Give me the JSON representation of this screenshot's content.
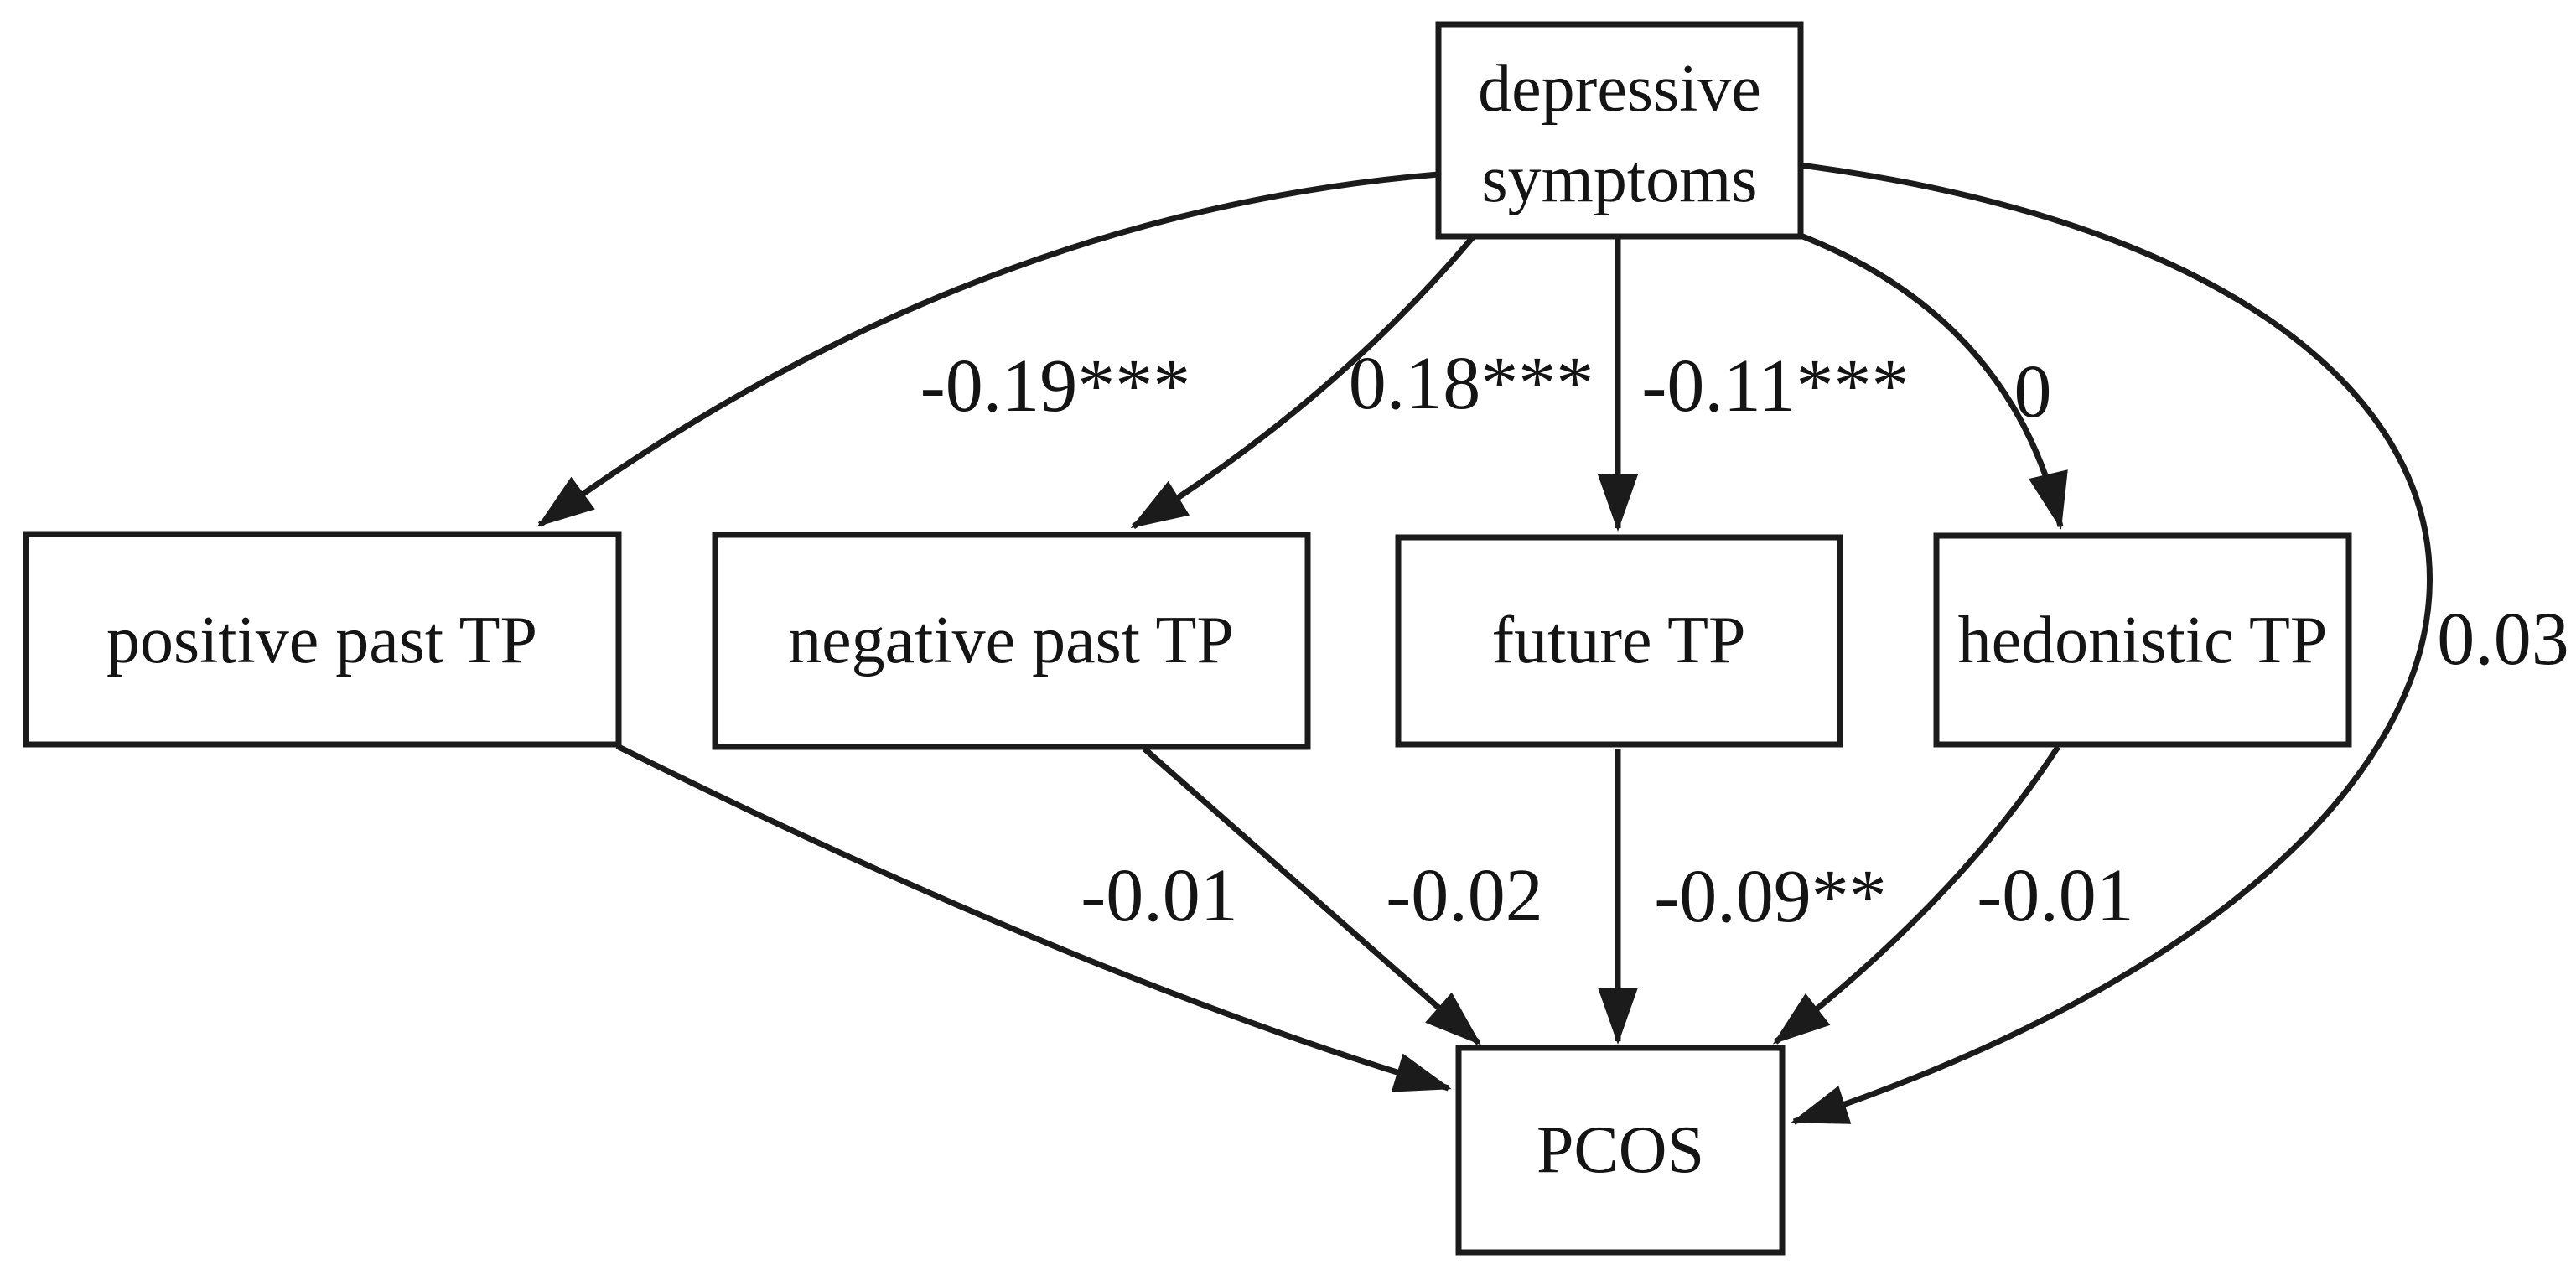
{
  "figure": {
    "background": "#ffffff",
    "ink": "#1b1b1b",
    "type": "path-diagram"
  },
  "nodes": {
    "depressive": {
      "line1": "depressive",
      "line2": "symptoms"
    },
    "positive_past": "positive past TP",
    "negative_past": "negative past TP",
    "future": "future TP",
    "hedonistic": "hedonistic TP",
    "pcos": "PCOS"
  },
  "coefficients": {
    "dep_to_positive_past": "-0.19***",
    "dep_to_negative_past": "0.18***",
    "dep_to_future": "-0.11***",
    "dep_to_hedonistic": "0",
    "positive_past_to_pcos": "-0.01",
    "negative_past_to_pcos": "-0.02",
    "future_to_pcos": "-0.09**",
    "hedonistic_to_pcos": "-0.01",
    "dep_to_pcos_direct": "0.03"
  }
}
